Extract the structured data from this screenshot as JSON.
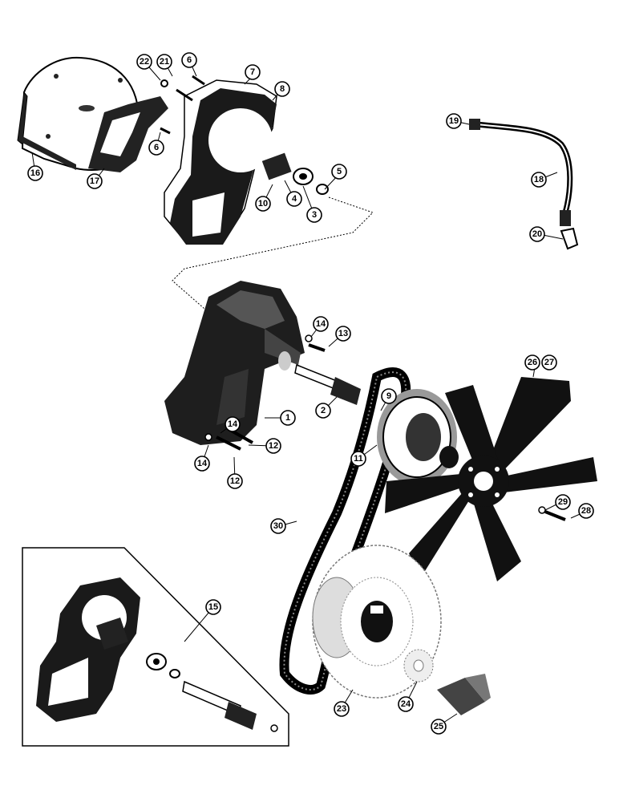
{
  "diagram": {
    "callouts": [
      {
        "id": "c1",
        "label": "1"
      },
      {
        "id": "c2",
        "label": "2"
      },
      {
        "id": "c3",
        "label": "3"
      },
      {
        "id": "c4",
        "label": "4"
      },
      {
        "id": "c5",
        "label": "5"
      },
      {
        "id": "c6a",
        "label": "6"
      },
      {
        "id": "c6b",
        "label": "6"
      },
      {
        "id": "c7",
        "label": "7"
      },
      {
        "id": "c8",
        "label": "8"
      },
      {
        "id": "c9",
        "label": "9"
      },
      {
        "id": "c10",
        "label": "10"
      },
      {
        "id": "c11",
        "label": "11"
      },
      {
        "id": "c12a",
        "label": "12"
      },
      {
        "id": "c12b",
        "label": "12"
      },
      {
        "id": "c13",
        "label": "13"
      },
      {
        "id": "c14a",
        "label": "14"
      },
      {
        "id": "c14b",
        "label": "14"
      },
      {
        "id": "c14c",
        "label": "14"
      },
      {
        "id": "c15",
        "label": "15"
      },
      {
        "id": "c16",
        "label": "16"
      },
      {
        "id": "c17",
        "label": "17"
      },
      {
        "id": "c18",
        "label": "18"
      },
      {
        "id": "c19",
        "label": "19"
      },
      {
        "id": "c20",
        "label": "20"
      },
      {
        "id": "c21",
        "label": "21"
      },
      {
        "id": "c22",
        "label": "22"
      },
      {
        "id": "c23",
        "label": "23"
      },
      {
        "id": "c24",
        "label": "24"
      },
      {
        "id": "c25",
        "label": "25"
      },
      {
        "id": "c26",
        "label": "26"
      },
      {
        "id": "c27",
        "label": "27"
      },
      {
        "id": "c28",
        "label": "28"
      },
      {
        "id": "c29",
        "label": "29"
      },
      {
        "id": "c30",
        "label": "30"
      }
    ]
  }
}
